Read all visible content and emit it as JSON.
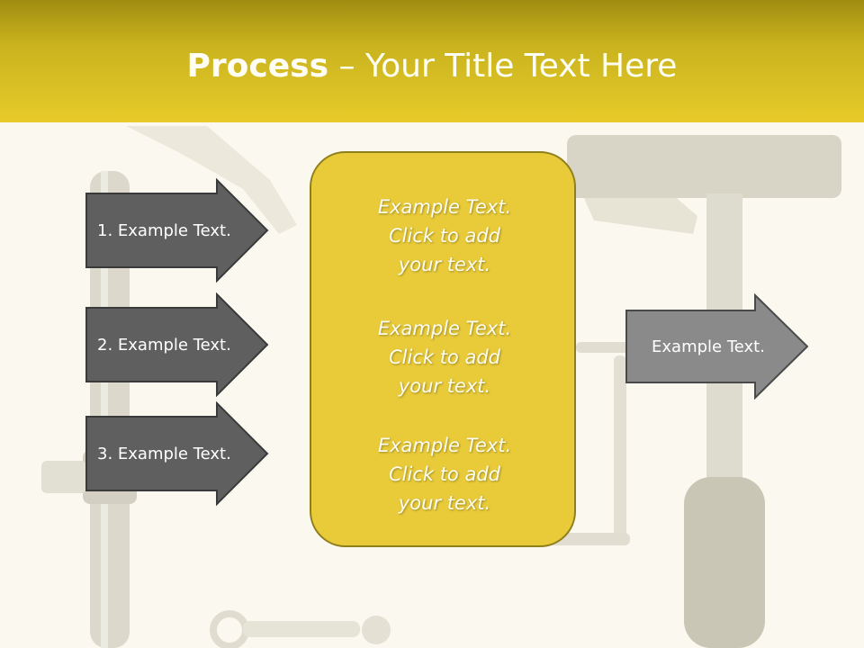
{
  "title": {
    "bold": "Process",
    "rest": " – Your Title Text Here"
  },
  "left_steps": [
    {
      "label": "1. Example Text."
    },
    {
      "label": "2. Example Text."
    },
    {
      "label": "3. Example Text."
    }
  ],
  "center_blocks": [
    {
      "line1": "Example Text.",
      "line2": "Click  to add",
      "line3": "your text."
    },
    {
      "line1": "Example Text.",
      "line2": "Click  to add",
      "line3": "your text."
    },
    {
      "line1": "Example Text.",
      "line2": "Click  to add",
      "line3": "your text."
    }
  ],
  "output_arrow": {
    "label": "Example Text."
  },
  "colors": {
    "title_bar": "#e8cb2a",
    "center_box": "#e9cb3a",
    "step_arrow": "#5f5f5f",
    "output_arrow": "#8a8a8a"
  }
}
